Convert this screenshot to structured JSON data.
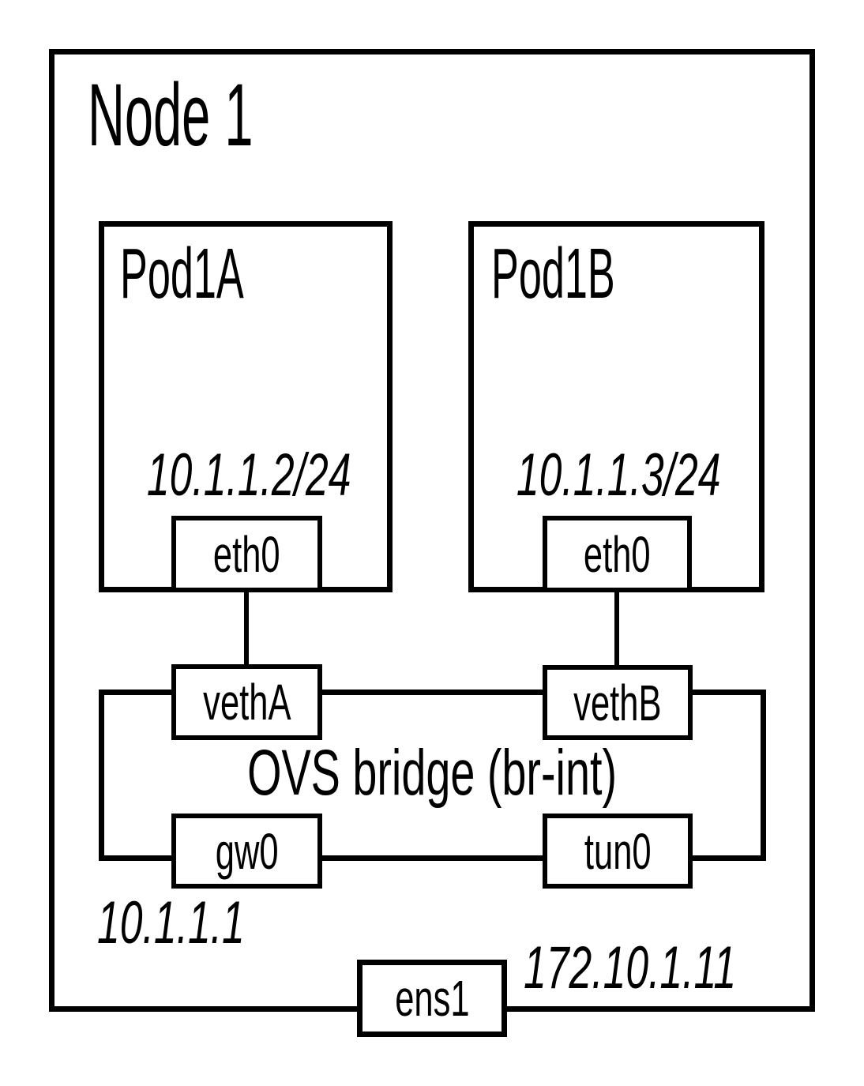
{
  "diagram": {
    "node": {
      "title": "Node 1"
    },
    "pods": [
      {
        "title": "Pod1A",
        "ip": "10.1.1.2/24",
        "port": "eth0"
      },
      {
        "title": "Pod1B",
        "ip": "10.1.1.3/24",
        "port": "eth0"
      }
    ],
    "bridge": {
      "label": "OVS bridge (br-int)",
      "ports": {
        "vethA": "vethA",
        "vethB": "vethB",
        "gw0": "gw0",
        "tun0": "tun0"
      },
      "gateway_ip": "10.1.1.1"
    },
    "nic": {
      "label": "ens1",
      "ip": "172.10.1.11"
    },
    "colors": {
      "stroke": "#000000",
      "background": "#ffffff"
    }
  }
}
